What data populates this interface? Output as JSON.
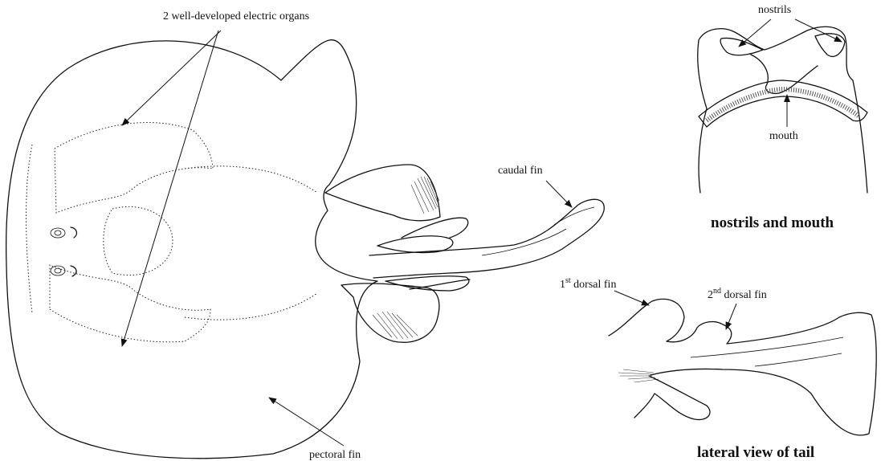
{
  "labels": {
    "electric_organs": "2 well-developed electric organs",
    "pectoral_fin": "pectoral fin",
    "caudal_fin": "caudal fin",
    "nostrils": "nostrils",
    "mouth": "mouth",
    "dorsal1_num": "1",
    "dorsal1_sup": "st",
    "dorsal1_text": " dorsal fin",
    "dorsal2_num": "2",
    "dorsal2_sup": "nd",
    "dorsal2_text": " dorsal fin"
  },
  "captions": {
    "nostrils_mouth": "nostrils and mouth",
    "lateral_tail": "lateral view of tail"
  }
}
